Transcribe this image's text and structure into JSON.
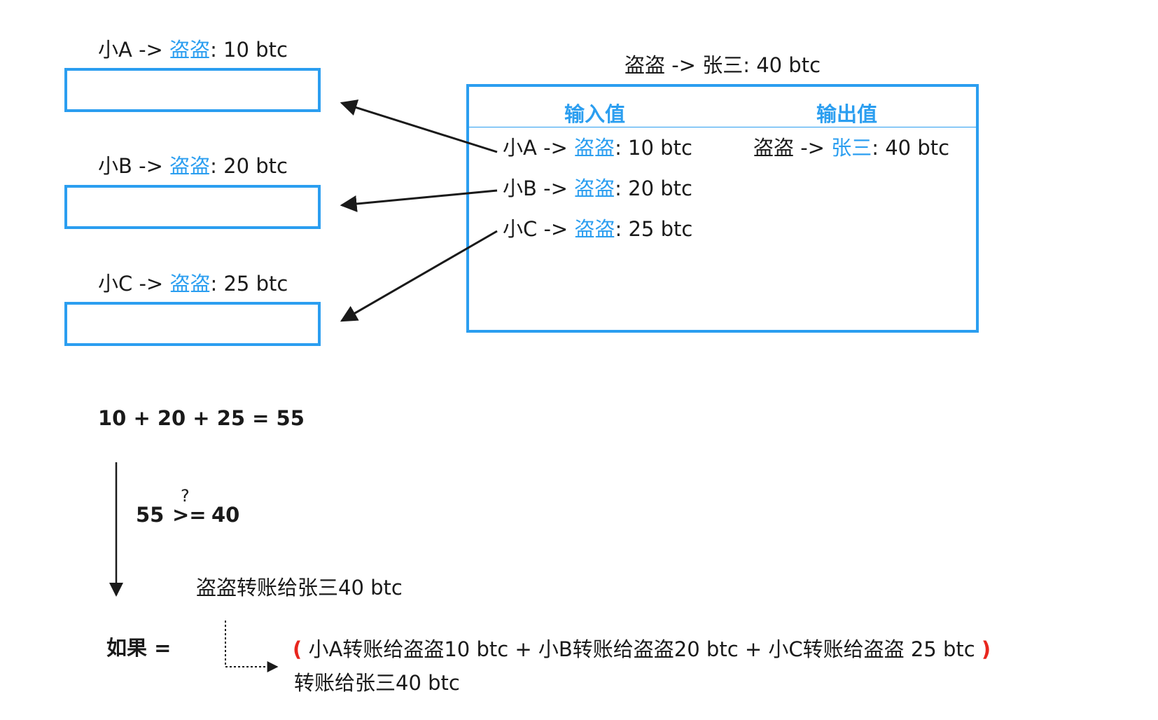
{
  "inputs": [
    {
      "from": "小A",
      "arrow": "->",
      "to": "盗盗",
      "amount": ": 10 btc"
    },
    {
      "from": "小B",
      "arrow": "->",
      "to": "盗盗",
      "amount": ": 20 btc"
    },
    {
      "from": "小C",
      "arrow": "->",
      "to": "盗盗",
      "amount": ": 25 btc"
    }
  ],
  "transaction": {
    "title": "盗盗 -> 张三: 40 btc",
    "input_header": "输入值",
    "output_header": "输出值",
    "output": {
      "from": "盗盗 ->",
      "to": "张三",
      "amount": ": 40 btc"
    }
  },
  "calc": {
    "sum": "10 + 20 + 25 = 55",
    "compare_left": "55",
    "question": "?",
    "compare_op": ">=",
    "compare_right": "40",
    "result": "盗盗转账给张三40 btc",
    "if_label": "如果 =",
    "open_paren": "(",
    "close_paren": ")",
    "condition": "小A转账给盗盗10 btc + 小B转账给盗盗20 btc + 小C转账给盗盗 25 btc",
    "condition_tail": "转账给张三40 btc"
  },
  "colors": {
    "accent": "#2b9ef0",
    "paren": "#e8261e",
    "text": "#1a1a1a"
  }
}
